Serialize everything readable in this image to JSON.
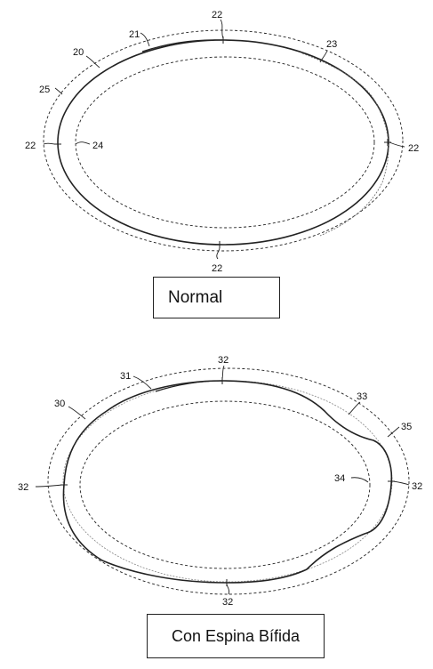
{
  "figures": [
    {
      "caption": "Normal",
      "labels": [
        "22",
        "21",
        "23",
        "20",
        "25",
        "22",
        "24",
        "22",
        "22"
      ]
    },
    {
      "caption": "Con Espina Bífida",
      "labels": [
        "32",
        "31",
        "33",
        "30",
        "35",
        "32",
        "34",
        "32",
        "32"
      ]
    }
  ]
}
